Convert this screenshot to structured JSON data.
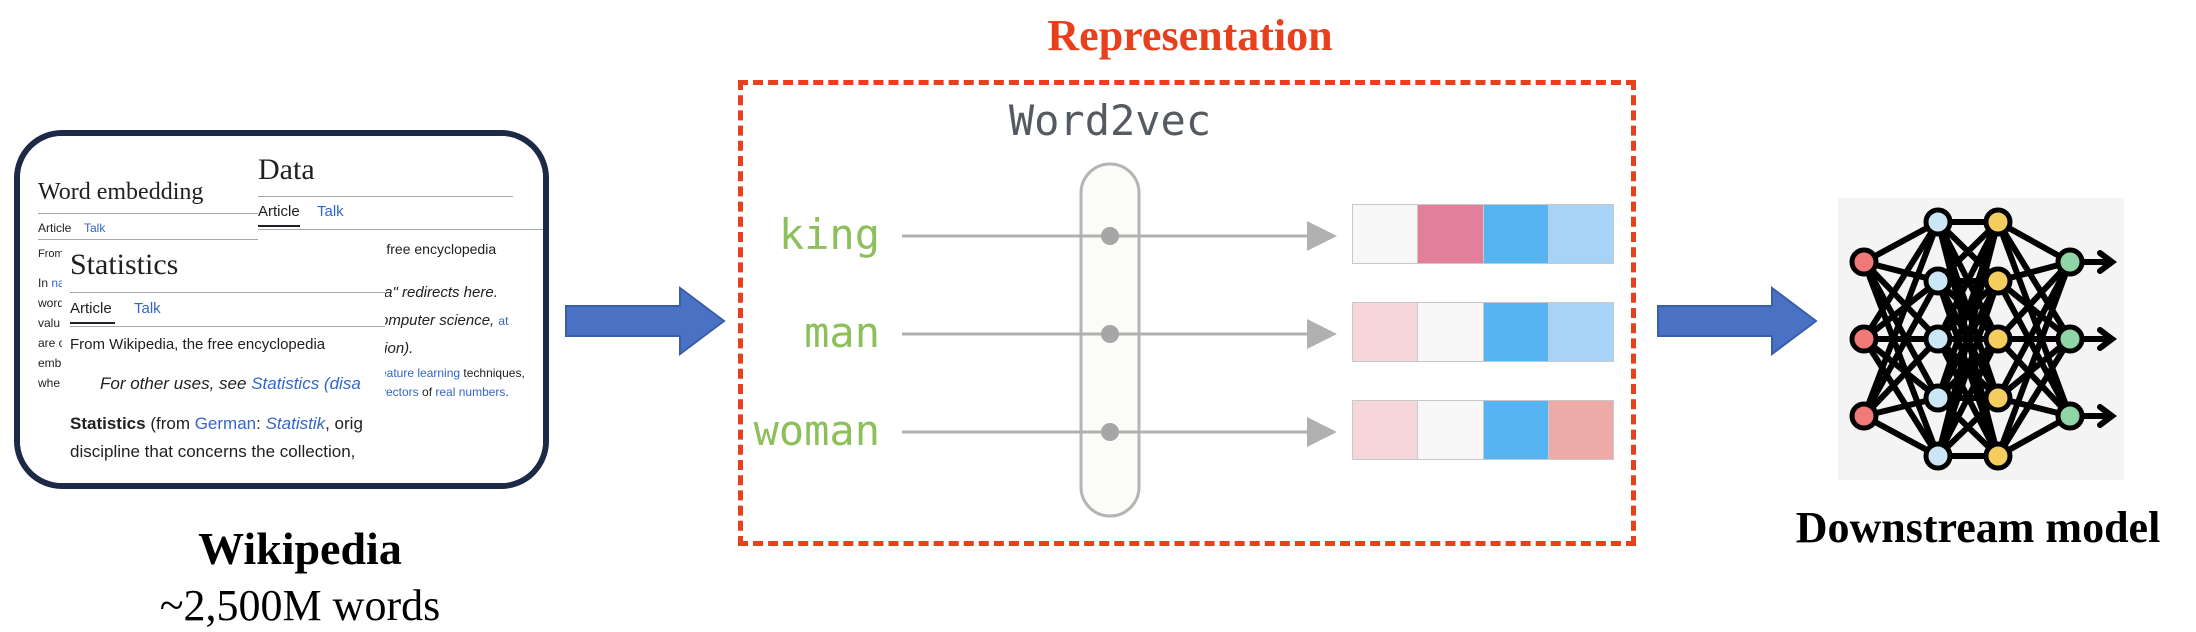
{
  "wikipedia": {
    "label": "Wikipedia",
    "word_count": "~2,500M words",
    "pages": {
      "word_embedding": {
        "title": "Word embedding",
        "tab_article": "Article",
        "tab_talk": "Talk",
        "line1": "From",
        "line2a": "In",
        "line2b": "na",
        "line3": "word",
        "line4": "valu",
        "line5": "are c",
        "line6": "emb",
        "line7": "whe"
      },
      "data": {
        "title": "Data",
        "tab_article": "Article",
        "tab_talk": "Talk",
        "from": "From Wikipedia, the free encyclopedia",
        "redirect": "ta\" redirects here.",
        "cs": "omputer science,",
        "cs_link": "at",
        "tion": "tion).",
        "feature_link": "eature learning",
        "feature_text": " techniques,",
        "vectors_link": "vectors",
        "vectors_of": " of ",
        "real_link": "real numbers",
        "real_end": "."
      },
      "statistics": {
        "title": "Statistics",
        "tab_article": "Article",
        "tab_talk": "Talk",
        "from": "From Wikipedia, the free encyclopedia",
        "other_uses": "For other uses, see ",
        "other_link": "Statistics (disa",
        "lead_bold": "Statistics",
        "lead_from": " (from ",
        "lead_german": "German",
        "lead_colon": ": ",
        "lead_statistik": "Statistik",
        "lead_orig": ", orig",
        "lead_line2": "discipline that concerns the collection,"
      }
    }
  },
  "representation": {
    "title": "Representation",
    "model_label": "Word2vec",
    "words": [
      "king",
      "man",
      "woman"
    ],
    "vectors": [
      [
        "#f7f7f7",
        "#e37e9b",
        "#56b4f2",
        "#a7d3f7"
      ],
      [
        "#f5d6da",
        "#f7f7f7",
        "#56b4f2",
        "#a7d3f7"
      ],
      [
        "#f5d6da",
        "#f7f7f7",
        "#56b4f2",
        "#eeaaa6"
      ]
    ]
  },
  "downstream": {
    "label": "Downstream model"
  },
  "colors": {
    "accent_red": "#e8401c",
    "arrow_blue": "#4a72c4",
    "word_green": "#8dbf5b",
    "card_border": "#1c2a48"
  },
  "icons": [
    "right-arrow-icon",
    "neural-network-icon"
  ]
}
